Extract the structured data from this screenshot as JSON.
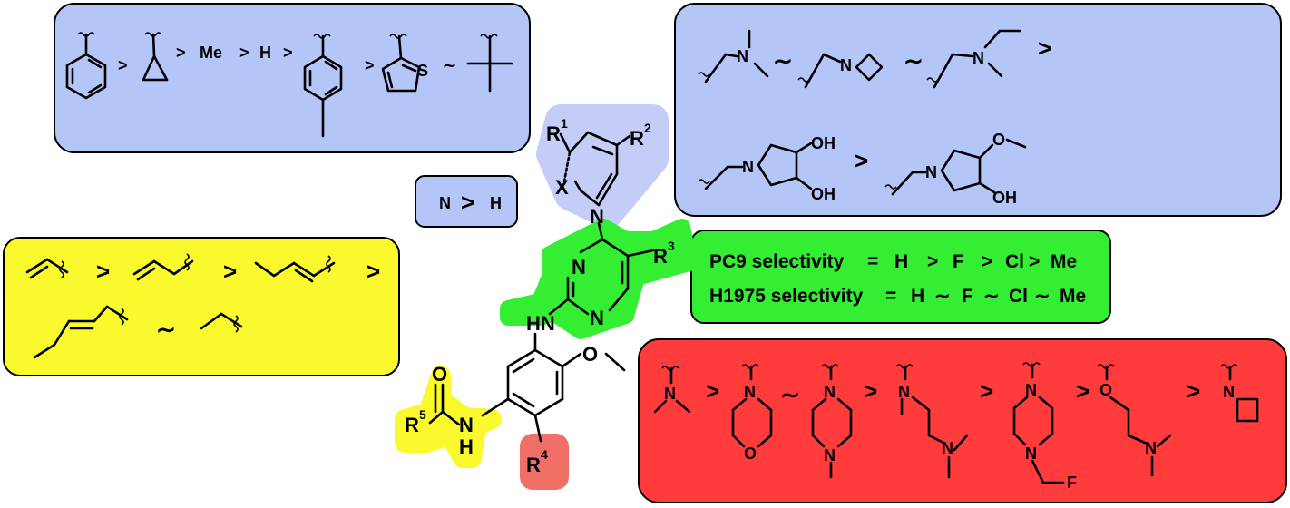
{
  "colors": {
    "blue_box": "#b3c6f7",
    "yellow_box": "#f9f92e",
    "green_box": "#33ee33",
    "red_box": "#ff3b3b",
    "r4_highlight": "#f07068",
    "r1r2_highlight": "#c4cdf7"
  },
  "core": {
    "r1": "R",
    "r1_sup": "1",
    "r2": "R",
    "r2_sup": "2",
    "r3": "R",
    "r3_sup": "3",
    "r4": "R",
    "r4_sup": "4",
    "r5": "R",
    "r5_sup": "5",
    "x": "X",
    "n_pyrazole": "N",
    "n_pyr1": "N",
    "n_pyr2": "N",
    "hn": "HN",
    "nh": "N",
    "nh_h": "H",
    "o_carbonyl": "O",
    "o_methoxy": "O"
  },
  "box_r1": {
    "me": "Me",
    "h": "H",
    "s": "S",
    "gt": ">",
    "approx": "∼"
  },
  "box_x": {
    "text_n": "N",
    "gt": ">",
    "text_h": "H"
  },
  "box_r2": {
    "n": "N",
    "oh": "OH",
    "o": "O",
    "gt": ">",
    "approx": "∼"
  },
  "box_r5": {
    "gt": ">",
    "approx": "∼"
  },
  "box_r3": {
    "pc9_label": "PC9 selectivity",
    "pc9_eq": "=",
    "pc9_order": [
      "H",
      ">",
      "F",
      ">",
      "Cl",
      ">",
      "Me"
    ],
    "h1975_label": "H1975 selectivity",
    "h1975_eq": "=",
    "h1975_order": [
      "H",
      "∼",
      "F",
      "∼",
      "Cl",
      "∼",
      "Me"
    ]
  },
  "box_r4": {
    "n": "N",
    "o": "O",
    "f": "F",
    "gt": ">",
    "approx": "∼"
  }
}
